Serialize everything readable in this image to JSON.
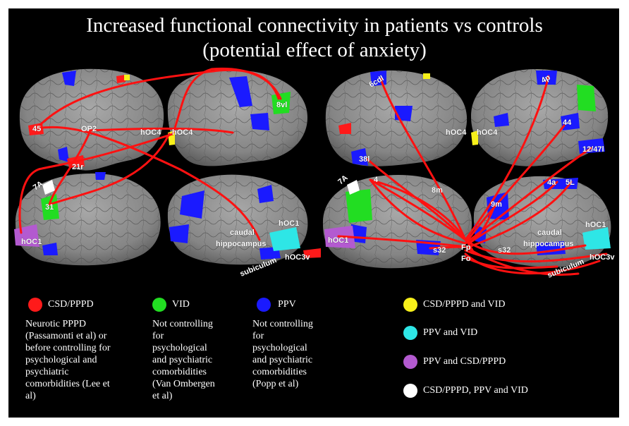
{
  "title": {
    "line1": "Increased functional connectivity in patients vs controls",
    "line2": "(potential effect of anxiety)"
  },
  "colors": {
    "csd_pppd": "#ff1a1a",
    "vid": "#22dd22",
    "ppv": "#1a1aff",
    "csd_vid": "#f7f01a",
    "ppv_vid": "#2ee6e6",
    "ppv_csd": "#b35ad0",
    "all": "#ffffff",
    "connection": "#ff1111"
  },
  "regions": {
    "r45": "45",
    "rOP2": "OP2",
    "r21r": "21r",
    "r7A_left": "7A",
    "r31": "31",
    "rhOC1_left": "hOC1",
    "rhOC4_a": "hOC4",
    "rhOC4_b": "hOC4",
    "r8vl": "8vl",
    "rcaudal_left": "caudal",
    "rhippo_left": "hippocampus",
    "rhOC1_left2": "hOC1",
    "rsubiculum_left": "subiculum",
    "rhOC3v_left": "hOC3v",
    "r6cdl": "6cdl",
    "r38l": "38l",
    "rhOC4_c": "hOC4",
    "rhOC4_d": "hOC4",
    "r4p": "4p",
    "r44": "44",
    "r1247l": "12/47l",
    "r7A_right": "7A",
    "r4": "4",
    "r8m": "8m",
    "r4a": "4a",
    "r5L": "5L",
    "r9m": "9m",
    "rhOC1_right": "hOC1",
    "rs32_a": "s32",
    "rFp": "Fp",
    "rFo": "Fo",
    "rs32_b": "s32",
    "rcaudal_right": "caudal",
    "rhippo_right": "hippocampus",
    "rhOC1_right2": "hOC1",
    "rsubiculum_right": "subiculum",
    "rhOC3v_right": "hOC3v"
  },
  "legend": {
    "csd_pppd": {
      "label": "CSD/PPPD",
      "desc": "Neurotic PPPD\n(Passamonti et al) or\nbefore controlling for\npsychological and\npsychiatric\ncomorbidities (Lee et\nal)"
    },
    "vid": {
      "label": "VID",
      "desc": "Not controlling\nfor\npsychological\nand psychiatric\ncomorbidities\n(Van Ombergen\net al)"
    },
    "ppv": {
      "label": "PPV",
      "desc": "Not controlling\nfor\npsychological\nand psychiatric\ncomorbidities\n(Popp et al)"
    },
    "csd_vid": {
      "label": "CSD/PPPD and VID"
    },
    "ppv_vid": {
      "label": "PPV and VID"
    },
    "ppv_csd": {
      "label": "PPV and CSD/PPPD"
    },
    "all": {
      "label": "CSD/PPPD, PPV and VID"
    }
  }
}
